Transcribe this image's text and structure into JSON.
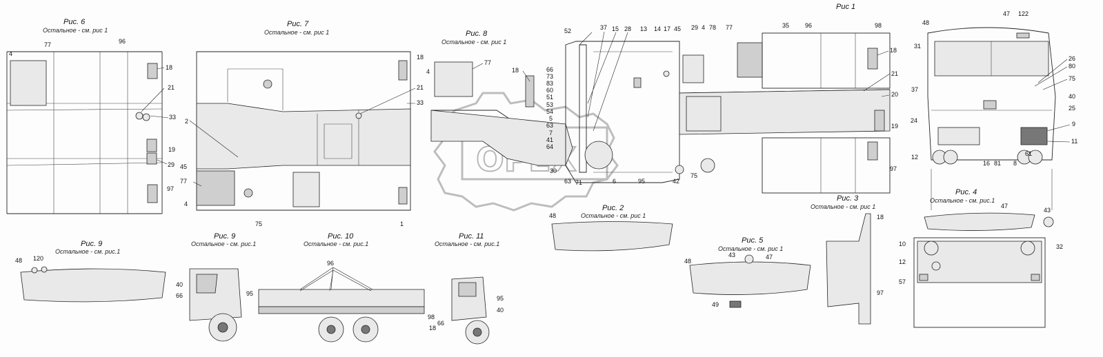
{
  "figures": {
    "fig1": {
      "title": "Рис 1",
      "subtitle": ""
    },
    "fig2": {
      "title": "Рис. 2",
      "subtitle": "Остальное - см. рис 1"
    },
    "fig3": {
      "title": "Рис. 3",
      "subtitle": "Остальное - см. рис 1"
    },
    "fig4": {
      "title": "Рис. 4",
      "subtitle": "Остальное - см. рис.1"
    },
    "fig5": {
      "title": "Рис. 5",
      "subtitle": "Остальное - см. рис 1"
    },
    "fig6": {
      "title": "Рис. 6",
      "subtitle": "Остальное - см. рис 1"
    },
    "fig7": {
      "title": "Рис. 7",
      "subtitle": "Остальное - см. рис 1"
    },
    "fig8": {
      "title": "Рис. 8",
      "subtitle": "Остальное - см. рис 1"
    },
    "fig9a": {
      "title": "Рис. 9",
      "subtitle": "Остальное - см. рис.1"
    },
    "fig9b": {
      "title": "Рис. 9",
      "subtitle": "Остальное - см. рис.1"
    },
    "fig10": {
      "title": "Рис. 10",
      "subtitle": "Остальное - см. рис.1"
    },
    "fig11": {
      "title": "Рис. 11",
      "subtitle": "Остальное - см. рис.1"
    }
  },
  "watermark": "ОРЕХ",
  "callouts": {
    "f6_4": "4",
    "f6_77": "77",
    "f6_96": "96",
    "f6_18": "18",
    "f6_21": "21",
    "f6_33": "33",
    "f6_19": "19",
    "f6_29": "29",
    "f6_97": "97",
    "f7_2": "2",
    "f7_45": "45",
    "f7_77": "77",
    "f7_4": "4",
    "f7_75": "75",
    "f7_21": "21",
    "f7_33": "33",
    "f7_18": "18",
    "f7_1": "1",
    "f8_4": "4",
    "f8_77": "77",
    "f8_18": "18",
    "f1_52": "52",
    "f1_37": "37",
    "f1_15": "15",
    "f1_28": "28",
    "f1_13": "13",
    "f1_14": "14",
    "f1_17": "17",
    "f1_45": "45",
    "f1_29": "29",
    "f1_4": "4",
    "f1_78": "78",
    "f1_66": "66",
    "f1_73": "73",
    "f1_83": "83",
    "f1_60": "60",
    "f1_51": "51",
    "f1_53": "53",
    "f1_54": "54",
    "f1_5": "5",
    "f1_63": "63",
    "f1_7": "7",
    "f1_41": "41",
    "f1_64": "64",
    "f1_30": "30",
    "f1_63b": "63",
    "f1_71": "71",
    "f1_6": "6",
    "f1_95": "95",
    "f1_42": "42",
    "f1_75": "75",
    "f1_77": "77",
    "f1_35": "35",
    "f1_96": "96",
    "f1_98": "98",
    "f1_18": "18",
    "f1_21": "21",
    "f1_20": "20",
    "f1_19": "19",
    "f1_97": "97",
    "fc_48": "48",
    "fc_47": "47",
    "fc_122": "122",
    "fc_31": "31",
    "fc_26": "26",
    "fc_80": "80",
    "fc_75": "75",
    "fc_37": "37",
    "fc_40": "40",
    "fc_25": "25",
    "fc_24": "24",
    "fc_9": "9",
    "fc_11": "11",
    "fc_12": "12",
    "fc_16": "16",
    "fc_81": "81",
    "fc_61": "61",
    "fc_8": "8",
    "f2_48": "48",
    "f3_18": "18",
    "f3_97": "97",
    "f4_47": "47",
    "f4_43": "43",
    "f4_10": "10",
    "f4_32": "32",
    "f4_12": "12",
    "f4_57": "57",
    "f5_48": "48",
    "f5_43": "43",
    "f5_47": "47",
    "f5_49": "49",
    "f9a_48": "48",
    "f9a_120": "120",
    "f9b_40": "40",
    "f9b_66": "66",
    "f9b_95": "95",
    "f10_96": "96",
    "f10_98": "98",
    "f10_18": "18",
    "f11_95": "95",
    "f11_40": "40",
    "f11_66": "66"
  }
}
